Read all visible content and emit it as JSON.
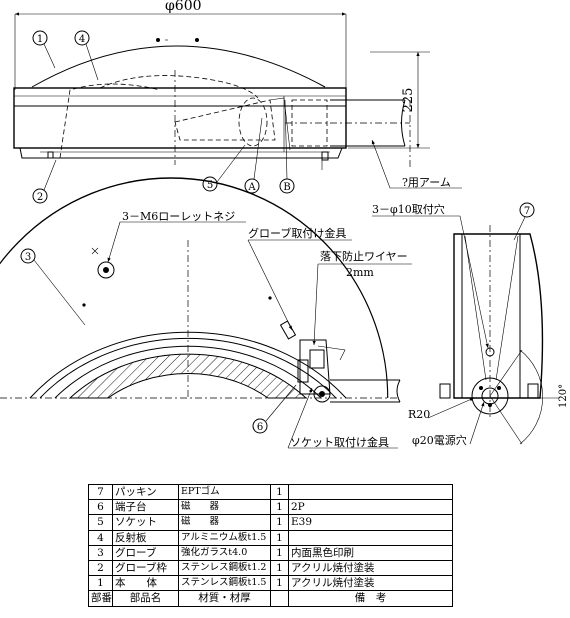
{
  "labels": {
    "diameter": "φ600",
    "height": "225",
    "arm": "?用アーム",
    "mounting_holes": "3－φ10取付穴",
    "knurled_screw": "3－M6ローレットネジ",
    "globe_bracket": "グローブ取付け金具",
    "fall_wire": "落下防止ワイヤー",
    "fall_wire_size": "2mm",
    "socket_bracket": "ソケット取付け金具",
    "radius": "R20",
    "power_hole": "φ20電源穴",
    "angle": "120°"
  },
  "callouts": {
    "c1": "1",
    "c2": "2",
    "c3": "3",
    "c4": "4",
    "c5": "5",
    "c6": "6",
    "c7": "7",
    "cA": "A",
    "cB": "B"
  },
  "parts_table": {
    "rows": [
      {
        "no": "7",
        "name": "パッキン",
        "material": "EPTゴム",
        "qty": "1",
        "note": ""
      },
      {
        "no": "6",
        "name": "端子台",
        "material": "磁　　器",
        "qty": "1",
        "note": "2P"
      },
      {
        "no": "5",
        "name": "ソケット",
        "material": "磁　　器",
        "qty": "1",
        "note": "E39"
      },
      {
        "no": "4",
        "name": "反射板",
        "material": "アルミニウム板t1.5",
        "qty": "1",
        "note": ""
      },
      {
        "no": "3",
        "name": "グローブ",
        "material": "強化ガラスt4.0",
        "qty": "1",
        "note": "内面黒色印刷"
      },
      {
        "no": "2",
        "name": "グローブ枠",
        "material": "ステンレス鋼板t1.2",
        "qty": "1",
        "note": "アクリル焼付塗装"
      },
      {
        "no": "1",
        "name": "本　　体",
        "material": "ステンレス鋼板t1.5",
        "qty": "1",
        "note": "アクリル焼付塗装"
      }
    ],
    "header": {
      "no": "部番",
      "name": "部品名",
      "material": "材質・材厚",
      "qty": "",
      "note": "備　考"
    }
  }
}
